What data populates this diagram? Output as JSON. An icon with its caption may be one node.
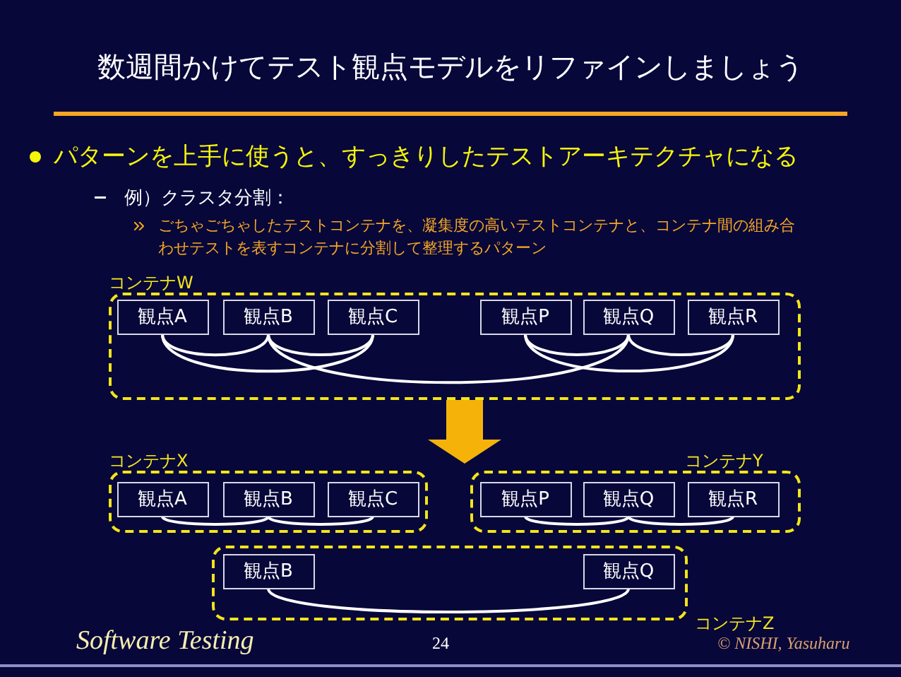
{
  "diagram": {
    "title": "数週間かけてテスト観点モデルをリファインしましょう",
    "nodes": [
      {
        "text": [
          "コンテナW"
        ]
      },
      {
        "text": [
          "観点A"
        ],
        "in": 0
      },
      {
        "text": [
          "観点B"
        ],
        "in": 0
      },
      {
        "text": [
          "観点C"
        ],
        "in": 0
      },
      {
        "text": [
          "観点P"
        ],
        "in": 0
      },
      {
        "text": [
          "観点Q"
        ],
        "in": 0
      },
      {
        "text": [
          "観点R"
        ],
        "in": 0
      },
      {
        "text": [
          "コンテナX"
        ]
      },
      {
        "text": [
          "観点A"
        ],
        "in": 7
      },
      {
        "text": [
          "観点B"
        ],
        "in": 7
      },
      {
        "text": [
          "観点C"
        ],
        "in": 7
      },
      {
        "text": [
          "コンテナY"
        ]
      },
      {
        "text": [
          "観点P"
        ],
        "in": 11
      },
      {
        "text": [
          "観点Q"
        ],
        "in": 11
      },
      {
        "text": [
          "観点R"
        ],
        "in": 11
      },
      {
        "text": [
          "コンテナZ"
        ]
      },
      {
        "text": [
          "観点B"
        ],
        "in": 15
      },
      {
        "text": [
          "観点Q"
        ],
        "in": 15
      }
    ],
    "edges": [
      {
        "from": 1,
        "to": 2,
        "arrow": "none"
      },
      {
        "from": 2,
        "to": 3,
        "arrow": "none"
      },
      {
        "from": 1,
        "to": 3,
        "arrow": "none"
      },
      {
        "from": 2,
        "to": 5,
        "arrow": "none"
      },
      {
        "from": 4,
        "to": 5,
        "arrow": "none"
      },
      {
        "from": 5,
        "to": 6,
        "arrow": "none"
      },
      {
        "from": 4,
        "to": 6,
        "arrow": "none"
      },
      {
        "from": 0,
        "to": null,
        "arrow": "to",
        "style": "thick",
        "color": "#f5b30a"
      },
      {
        "from": 8,
        "to": 9,
        "arrow": "none"
      },
      {
        "from": 9,
        "to": 10,
        "arrow": "none"
      },
      {
        "from": 12,
        "to": 13,
        "arrow": "none"
      },
      {
        "from": 13,
        "to": 14,
        "arrow": "none"
      },
      {
        "from": 16,
        "to": 17,
        "arrow": "none"
      }
    ],
    "labels": [
      "パターンを上手に使うと、すっきりしたテストアーキテクチャになる",
      "例）クラスタ分割：",
      "ごちゃごちゃしたテストコンテナを、凝集度の高いテストコンテナと、コンテナ間の組み合わせテストを表すコンテナに分割して整理するパターン",
      "Software Testing",
      "24",
      "© NISHI, Yasuharu"
    ]
  }
}
